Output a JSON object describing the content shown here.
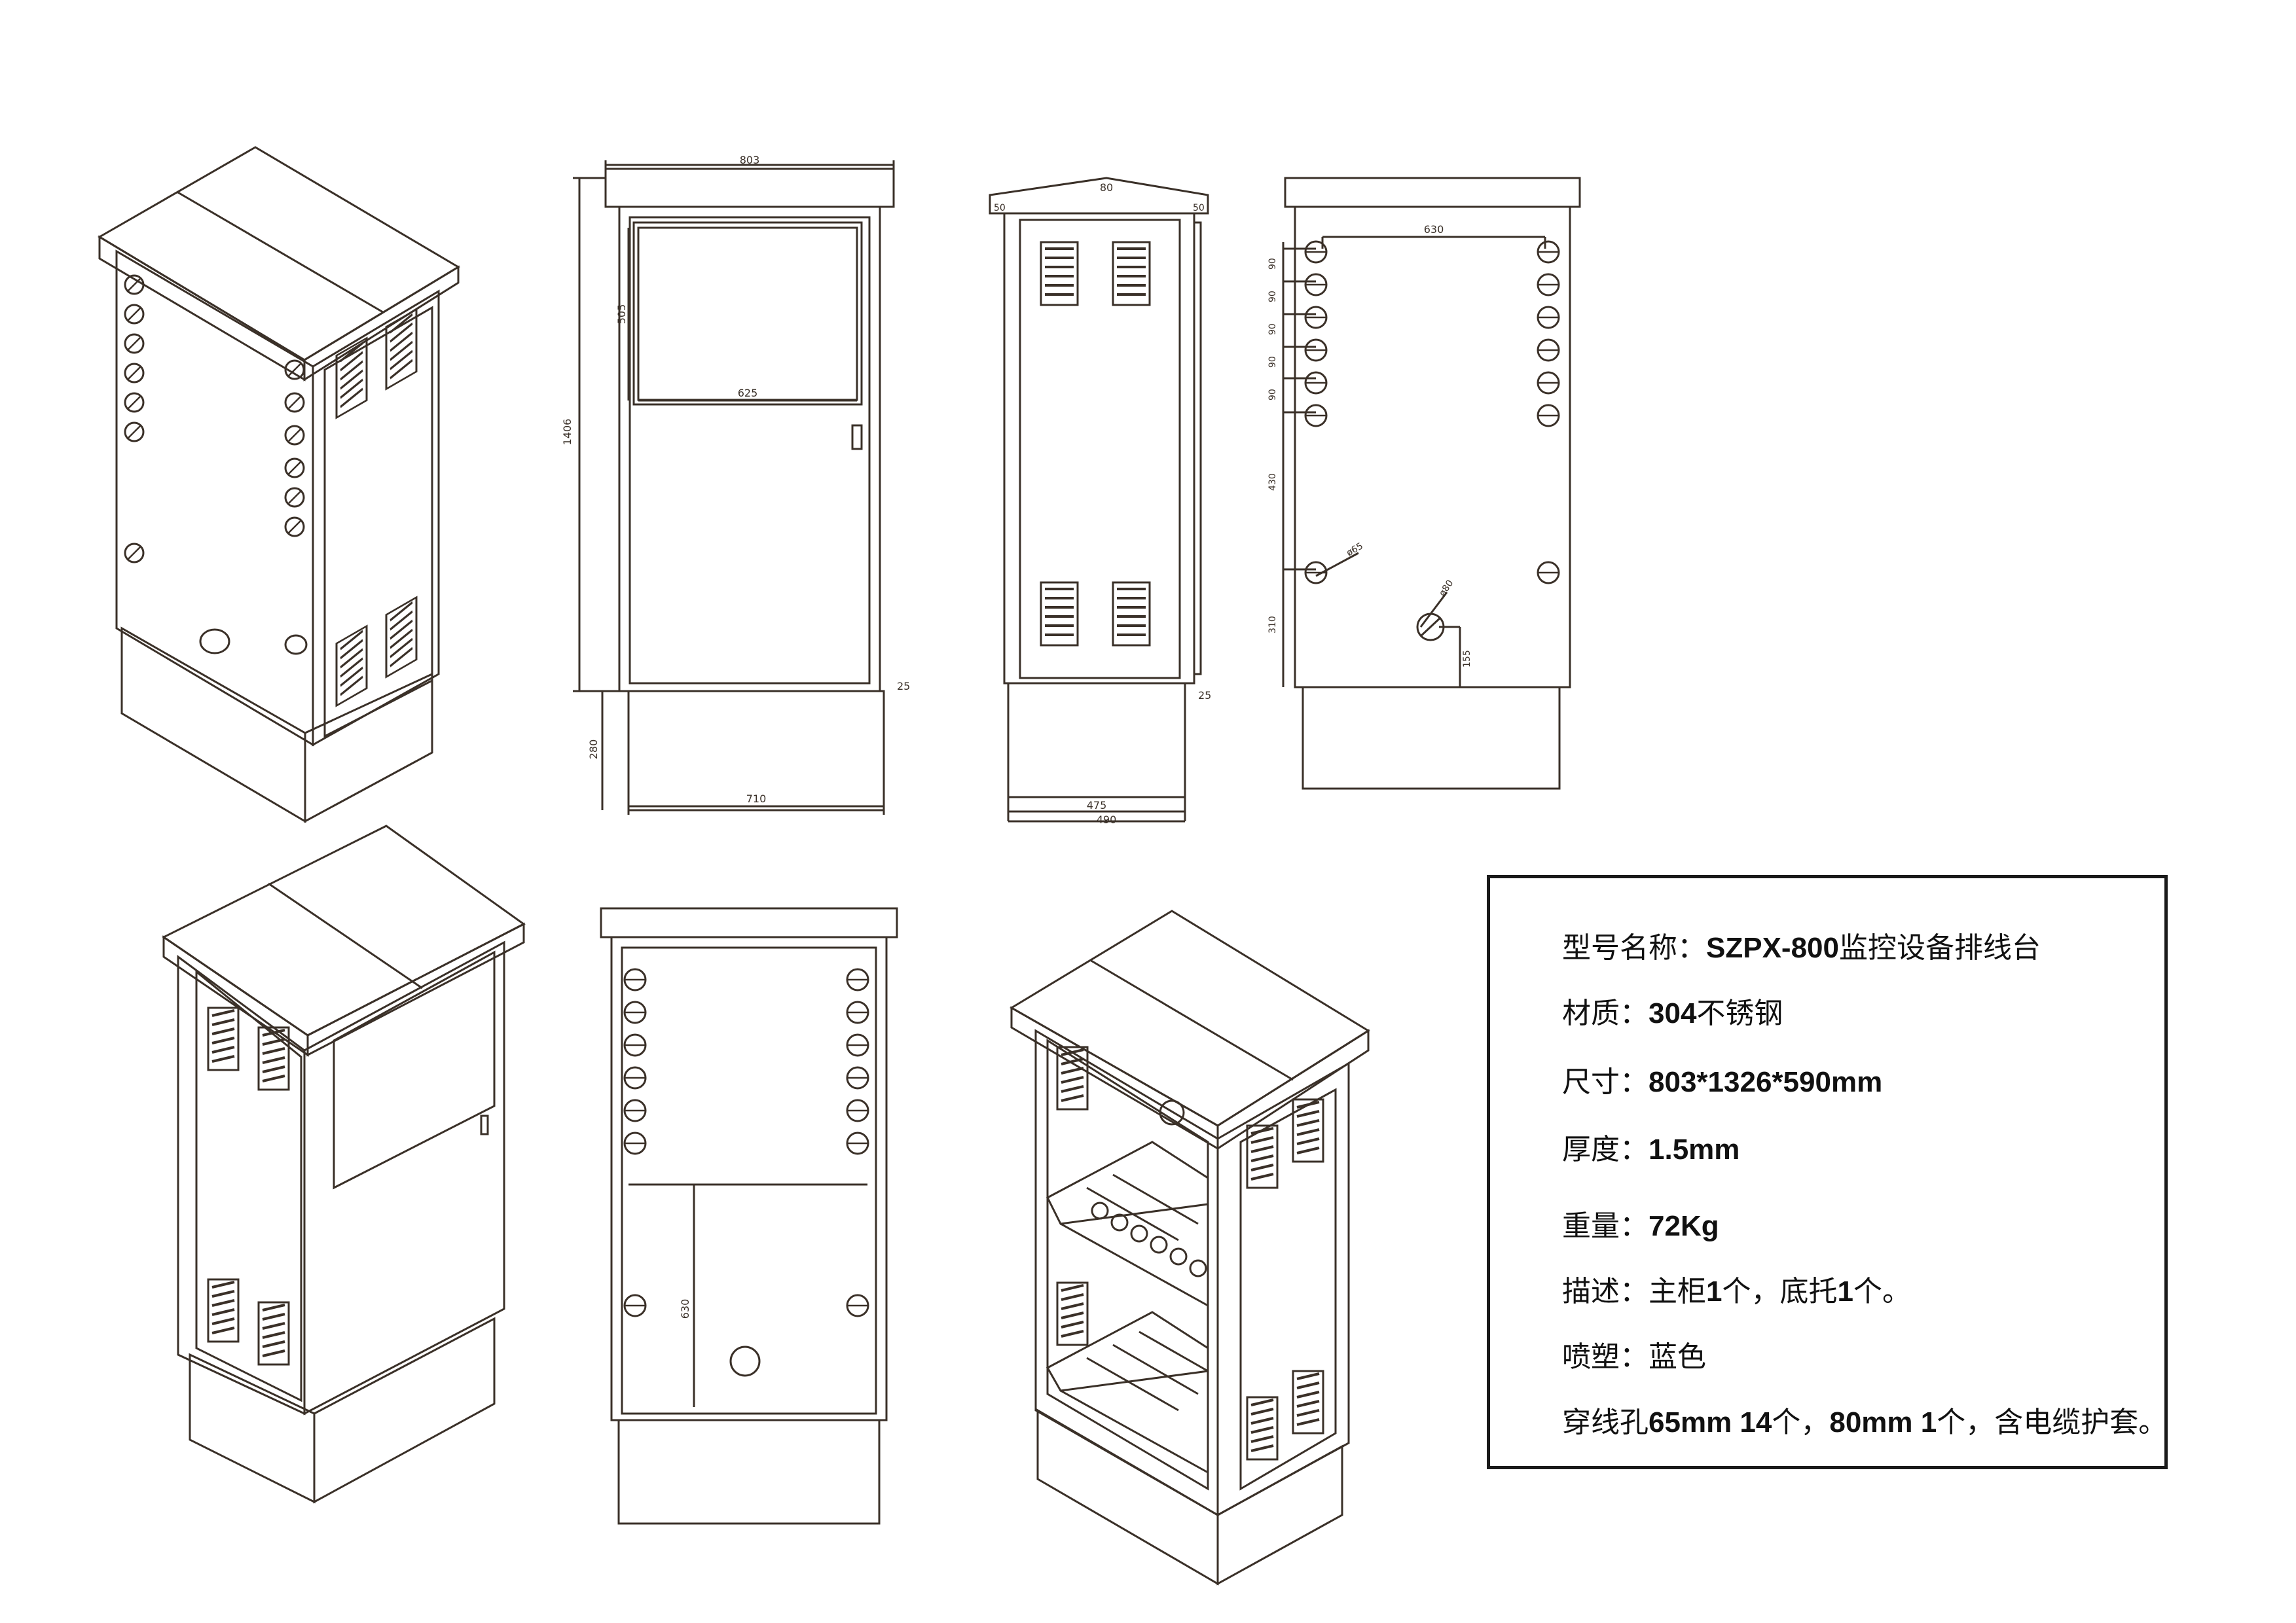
{
  "dimensions": {
    "front_width": "803",
    "front_height": "1406",
    "window_height": "505",
    "window_width": "625",
    "base_height": "280",
    "base_width": "710",
    "gap_right": "25",
    "side_roof": "80",
    "side_left": "50",
    "side_right": "50",
    "side_gap": "25",
    "side_inner_width": "475",
    "side_outer_width": "490",
    "rear_width": "630",
    "rear_pitch": "90",
    "rear_mid": "430",
    "rear_bottom": "310",
    "hole_small": "ø65",
    "hole_large": "ø80",
    "hole_offset": "155",
    "back_door_height": "630"
  },
  "spec": {
    "model_label": "型号名称：",
    "model_value": "SZPX-800",
    "model_suffix": "监控设备排线台",
    "material_label": "材质：",
    "material_value": "304",
    "material_suffix": "不锈钢",
    "size_label": "尺寸：",
    "size_value": "803*1326*590mm",
    "thickness_label": "厚度：",
    "thickness_value": "1.5mm",
    "weight_label": "重量：",
    "weight_value": "72Kg",
    "desc_label": "描述：",
    "desc_p1": "主柜",
    "desc_n1": "1",
    "desc_p2": "个，底托",
    "desc_n2": "1",
    "desc_p3": "个。",
    "paint_label": "喷塑：",
    "paint_value": "蓝色",
    "holes_label": "穿线孔",
    "holes_v1": "65mm 14",
    "holes_p1": "个，",
    "holes_v2": "80mm 1",
    "holes_p2": "个，含电缆护套。"
  }
}
